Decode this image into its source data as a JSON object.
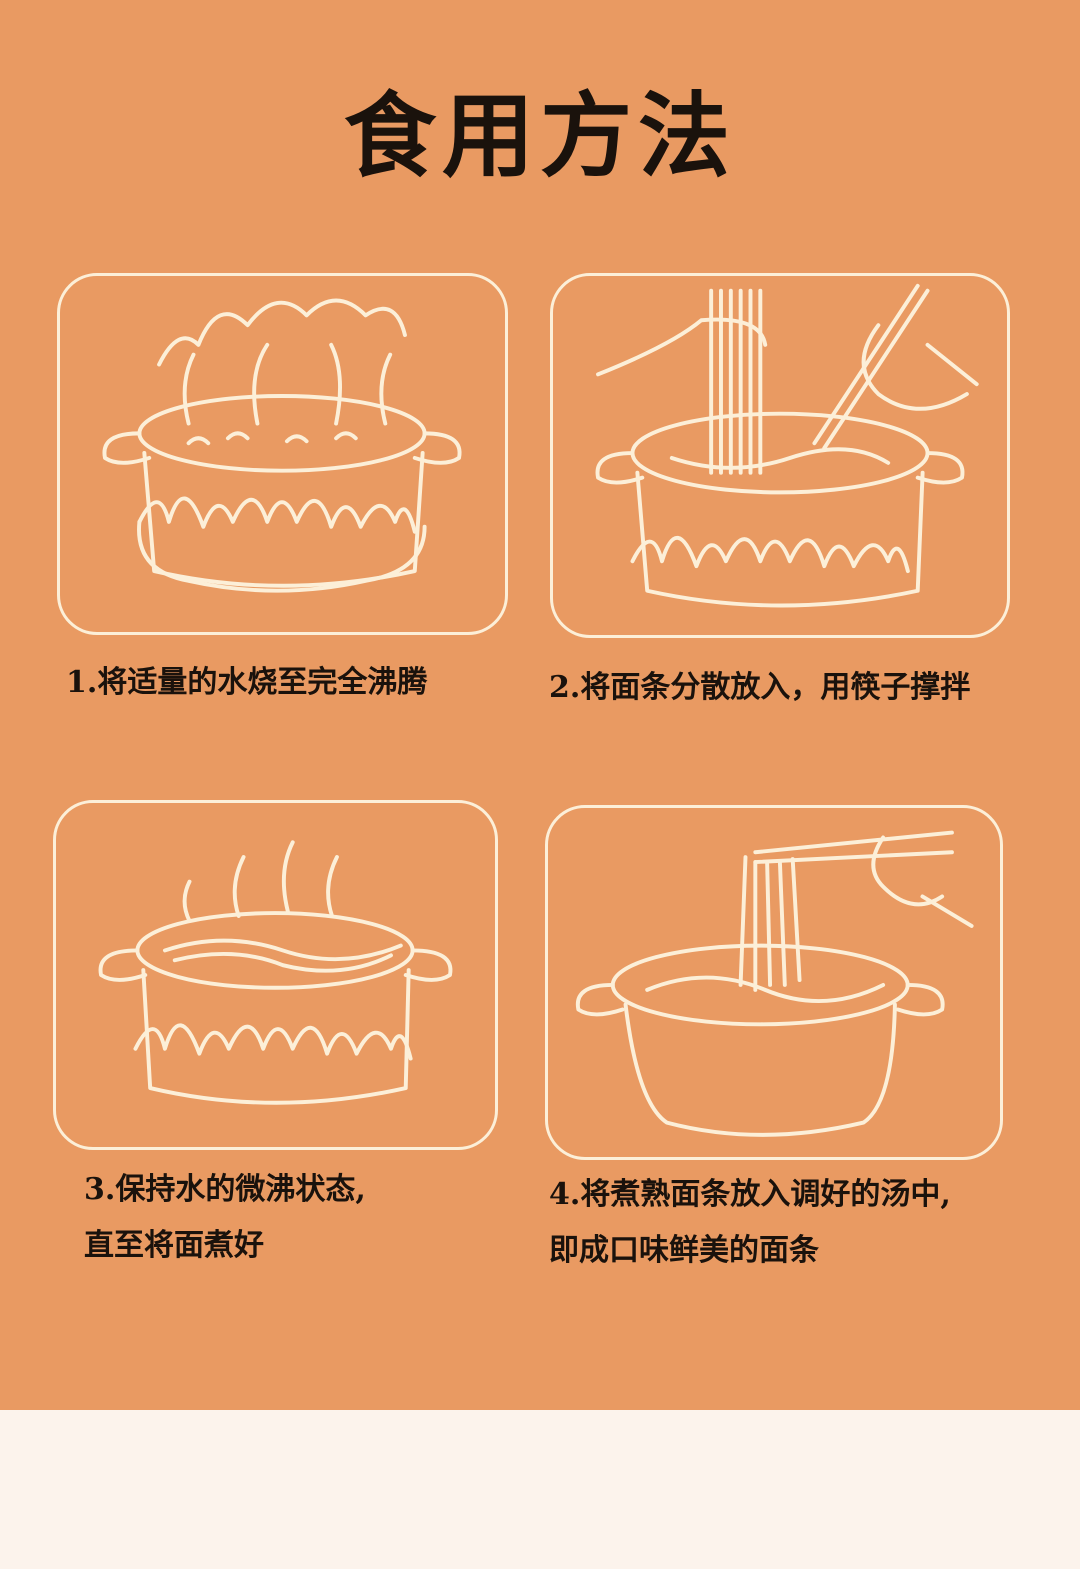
{
  "title": "食用方法",
  "steps": [
    {
      "lines": [
        "1.将适量的水烧至完全沸腾"
      ],
      "illustration": "boiling-pot-icon"
    },
    {
      "lines": [
        "2.将面条分散放入，用筷子撑拌"
      ],
      "illustration": "noodles-into-pot-icon"
    },
    {
      "lines": [
        "3.保持水的微沸状态,",
        "直至将面煮好"
      ],
      "illustration": "simmering-pot-icon"
    },
    {
      "lines": [
        "4.将煮熟面条放入调好的汤中,",
        "即成口味鲜美的面条"
      ],
      "illustration": "lifting-noodles-icon"
    }
  ],
  "colors": {
    "background": "#E99A62",
    "line": "#FCEFD8",
    "text": "#1a120c",
    "footer": "#FCF3EC"
  }
}
